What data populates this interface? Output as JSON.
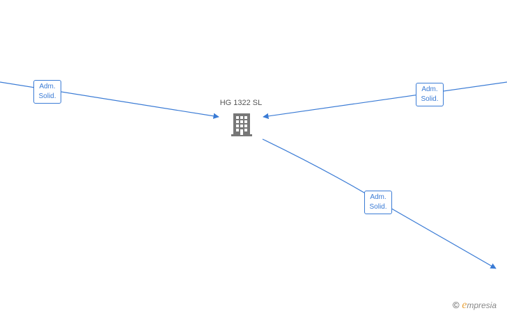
{
  "diagram": {
    "company_node": {
      "label": "HG 1322  SL",
      "icon": "building-icon"
    },
    "relations": [
      {
        "line1": "Adm.",
        "line2": "Solid."
      },
      {
        "line1": "Adm.",
        "line2": "Solid."
      },
      {
        "line1": "Adm.",
        "line2": "Solid."
      }
    ],
    "colors": {
      "edge": "#3a7bd5",
      "icon": "#777777",
      "label": "#555555"
    }
  },
  "footer": {
    "copyright_symbol": "©",
    "brand_initial": "e",
    "brand_text": "mpresia"
  }
}
